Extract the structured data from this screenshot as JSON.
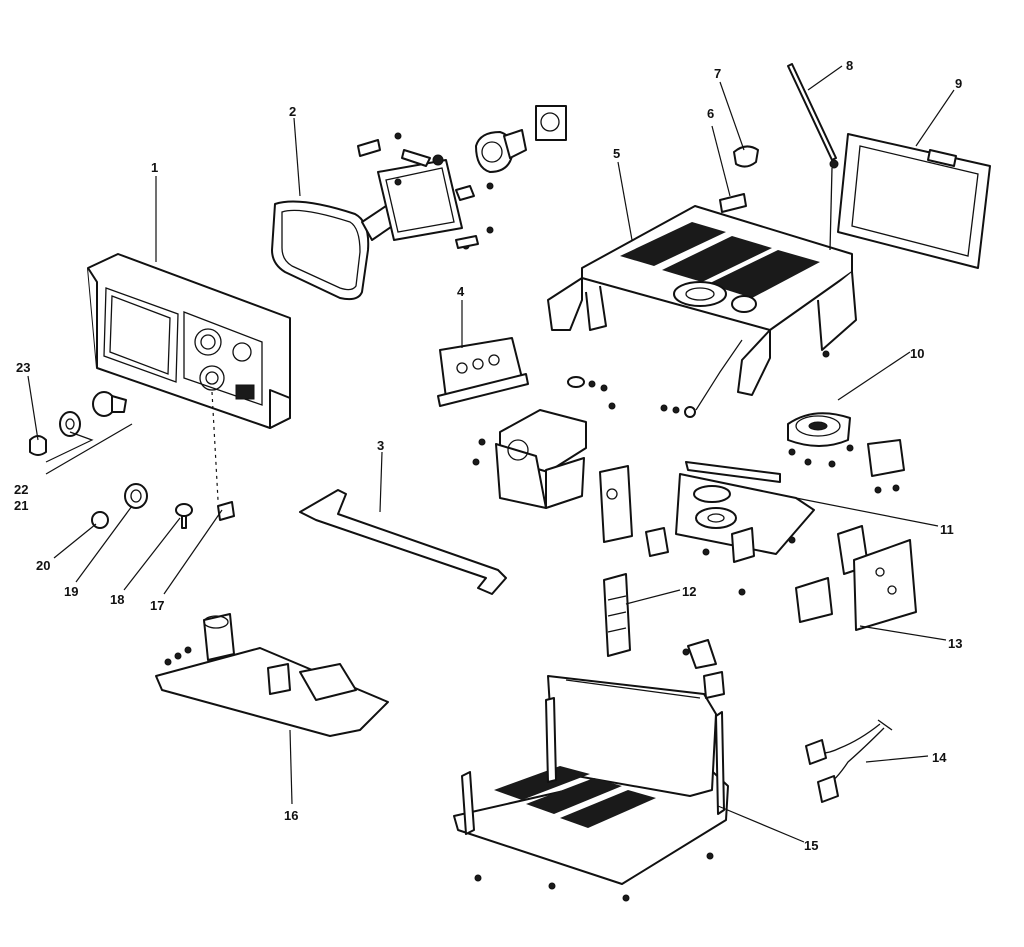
{
  "callouts": [
    {
      "id": "c1",
      "label": "1"
    },
    {
      "id": "c2",
      "label": "2"
    },
    {
      "id": "c3",
      "label": "3"
    },
    {
      "id": "c4",
      "label": "4"
    },
    {
      "id": "c5",
      "label": "5"
    },
    {
      "id": "c6",
      "label": "6"
    },
    {
      "id": "c7",
      "label": "7"
    },
    {
      "id": "c8",
      "label": "8"
    },
    {
      "id": "c9",
      "label": "9"
    },
    {
      "id": "c10",
      "label": "10"
    },
    {
      "id": "c11",
      "label": "11"
    },
    {
      "id": "c12",
      "label": "12"
    },
    {
      "id": "c13",
      "label": "13"
    },
    {
      "id": "c14",
      "label": "14"
    },
    {
      "id": "c15",
      "label": "15"
    },
    {
      "id": "c16",
      "label": "16"
    },
    {
      "id": "c17",
      "label": "17"
    },
    {
      "id": "c18",
      "label": "18"
    },
    {
      "id": "c19",
      "label": "19"
    },
    {
      "id": "c20",
      "label": "20"
    },
    {
      "id": "c21",
      "label": "21"
    },
    {
      "id": "c22",
      "label": "22"
    },
    {
      "id": "c23",
      "label": "23"
    }
  ],
  "colors": {
    "ink": "#111111",
    "paper": "#ffffff"
  }
}
